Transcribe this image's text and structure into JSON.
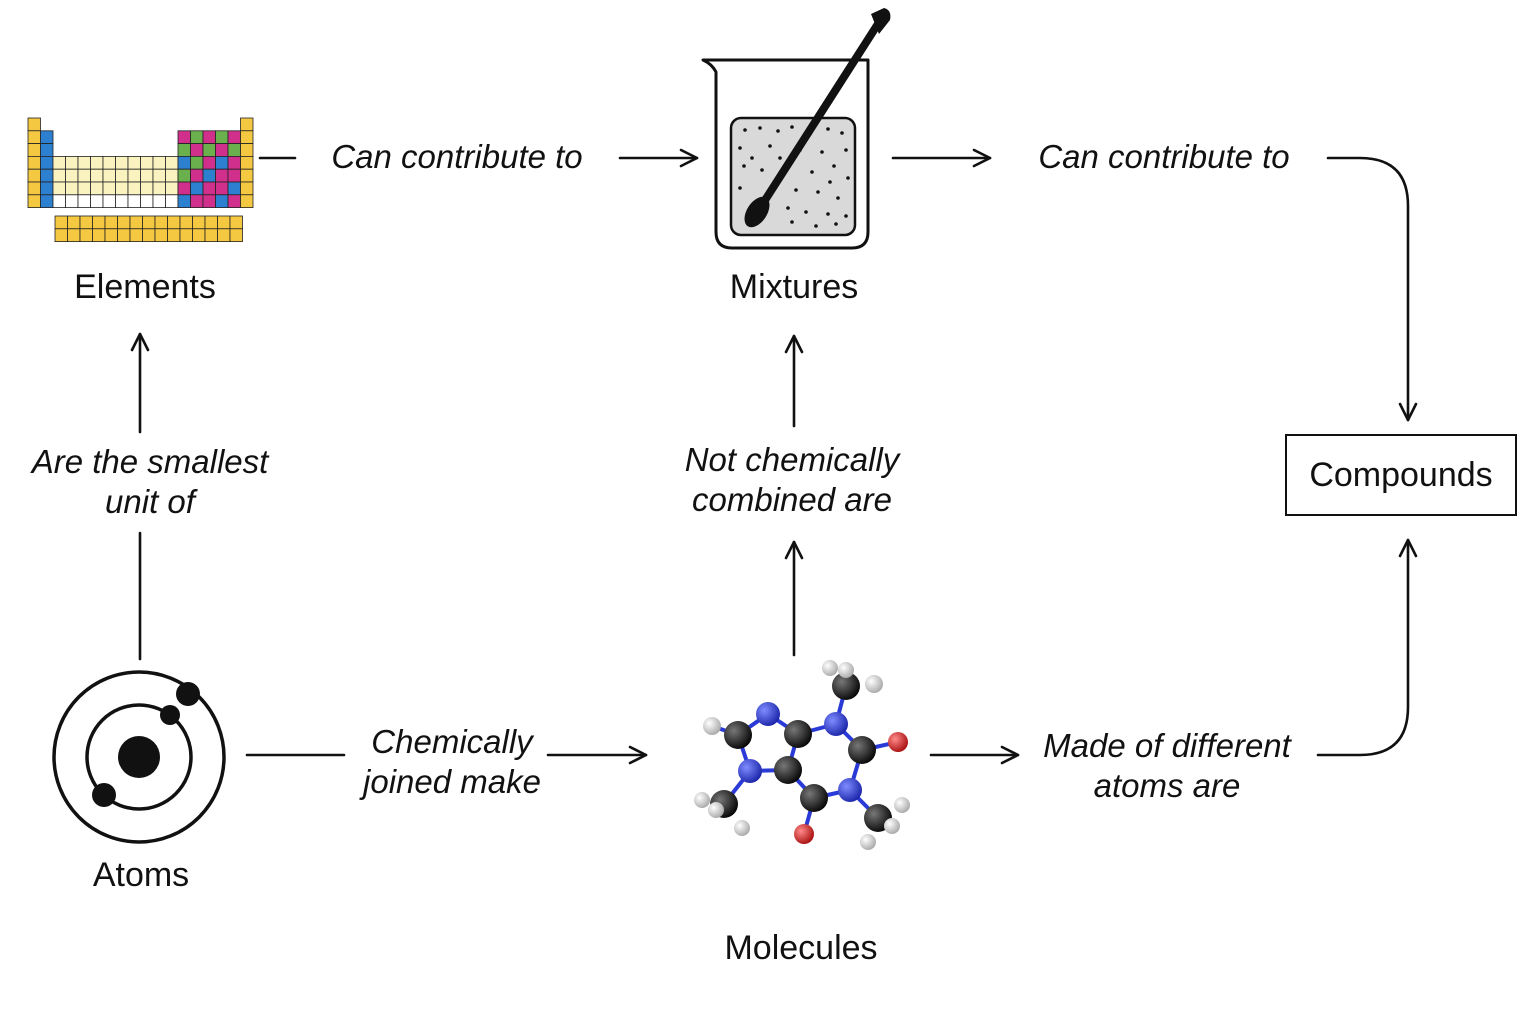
{
  "nodes": {
    "elements": "Elements",
    "mixtures": "Mixtures",
    "compounds": "Compounds",
    "atoms": "Atoms",
    "molecules": "Molecules"
  },
  "edges": {
    "elements_to_mixtures": "Can contribute to",
    "mixtures_to_compounds": "Can contribute to",
    "atoms_to_elements": [
      "Are the smallest",
      "unit of"
    ],
    "molecules_to_mixtures": [
      "Not chemically",
      "combined are"
    ],
    "atoms_to_molecules": [
      "Chemically",
      "joined make"
    ],
    "molecules_to_compounds": [
      "Made of different",
      "atoms are"
    ]
  },
  "icons": {
    "elements": "periodic-table-icon",
    "mixtures": "beaker-with-stirrer-icon",
    "atoms": "atom-orbits-icon",
    "molecules": "molecule-ball-and-stick-icon"
  },
  "colors": {
    "line": "#111111",
    "nitrogen": "#2a3ad6",
    "oxygen": "#d61c1c",
    "carbon": "#1a1a1a",
    "hydrogen": "#e6e6e6",
    "table_yellow": "#f5c842",
    "table_blue": "#2d7fd0",
    "table_pink": "#d02f8c",
    "table_green": "#6ab04c",
    "table_pale": "#faf3c0",
    "beaker_fill": "#d9d9d9"
  }
}
